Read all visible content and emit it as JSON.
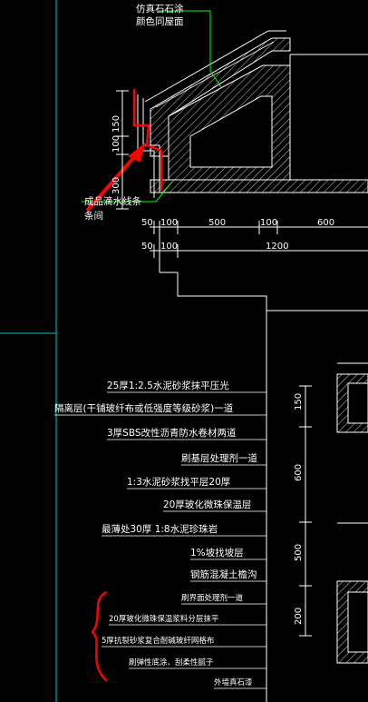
{
  "top_note": {
    "line1": "仿真石石涂",
    "line2": "颜色同屋面"
  },
  "drip_note": {
    "line1": "成品滴水线条",
    "line2": "条间"
  },
  "dims_row1": [
    "50",
    "100",
    "500",
    "100",
    "600"
  ],
  "dims_row2": [
    "50",
    "100",
    "1200"
  ],
  "dims_left": [
    "150",
    "100",
    "300"
  ],
  "dims_right": [
    "150",
    "600",
    "500",
    "200"
  ],
  "layers": [
    "25厚1:2.5水泥砂浆抹平压光",
    "隔离层(干铺玻纤布或低强度等级砂浆)一道",
    "3厚SBS改性沥青防水卷材两道",
    "刷基层处理剂一道",
    "1:3水泥砂浆找平层20厚",
    "20厚玻化微珠保温层",
    "最薄处30厚   1:8水泥珍珠岩",
    "1%坡找坡层",
    "钢筋混凝土檐沟"
  ],
  "wall_layers": [
    "刷界面处理剂一道",
    "20厚玻化微珠保温浆料分层抹平",
    "5厚抗裂砂浆复合耐碱玻纤网格布",
    "刷弹性底涂、刮柔性腻子",
    "外墙真石漆"
  ],
  "colors": {
    "line": "#ffffff",
    "green": "#00ff00",
    "cyan": "#00c8c8",
    "red": "#ff0000"
  }
}
